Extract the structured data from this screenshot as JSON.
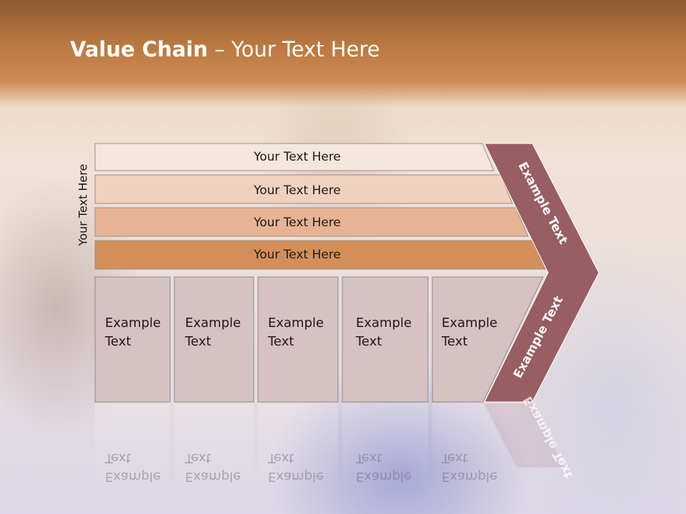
{
  "title": {
    "bold": "Value Chain",
    "rest": " – Your Text Here"
  },
  "side_label": "Your Text Here",
  "bars": [
    {
      "label": "Your Text Here",
      "color": "#f5e6dc"
    },
    {
      "label": "Your Text Here",
      "color": "#efd1bd"
    },
    {
      "label": "Your Text Here",
      "color": "#e6b393"
    },
    {
      "label": "Your Text Here",
      "color": "#d48f58"
    }
  ],
  "columns": [
    {
      "line1": "Example",
      "line2": "Text"
    },
    {
      "line1": "Example",
      "line2": "Text"
    },
    {
      "line1": "Example",
      "line2": "Text"
    },
    {
      "line1": "Example",
      "line2": "Text"
    },
    {
      "line1": "Example",
      "line2": "Text"
    }
  ],
  "chevron": {
    "top_label": "Example Text",
    "bottom_label": "Example Text",
    "color": "#985e62"
  },
  "colors": {
    "cell_fill": "#d6c1c3",
    "cell_border": "#8c8a8a"
  }
}
